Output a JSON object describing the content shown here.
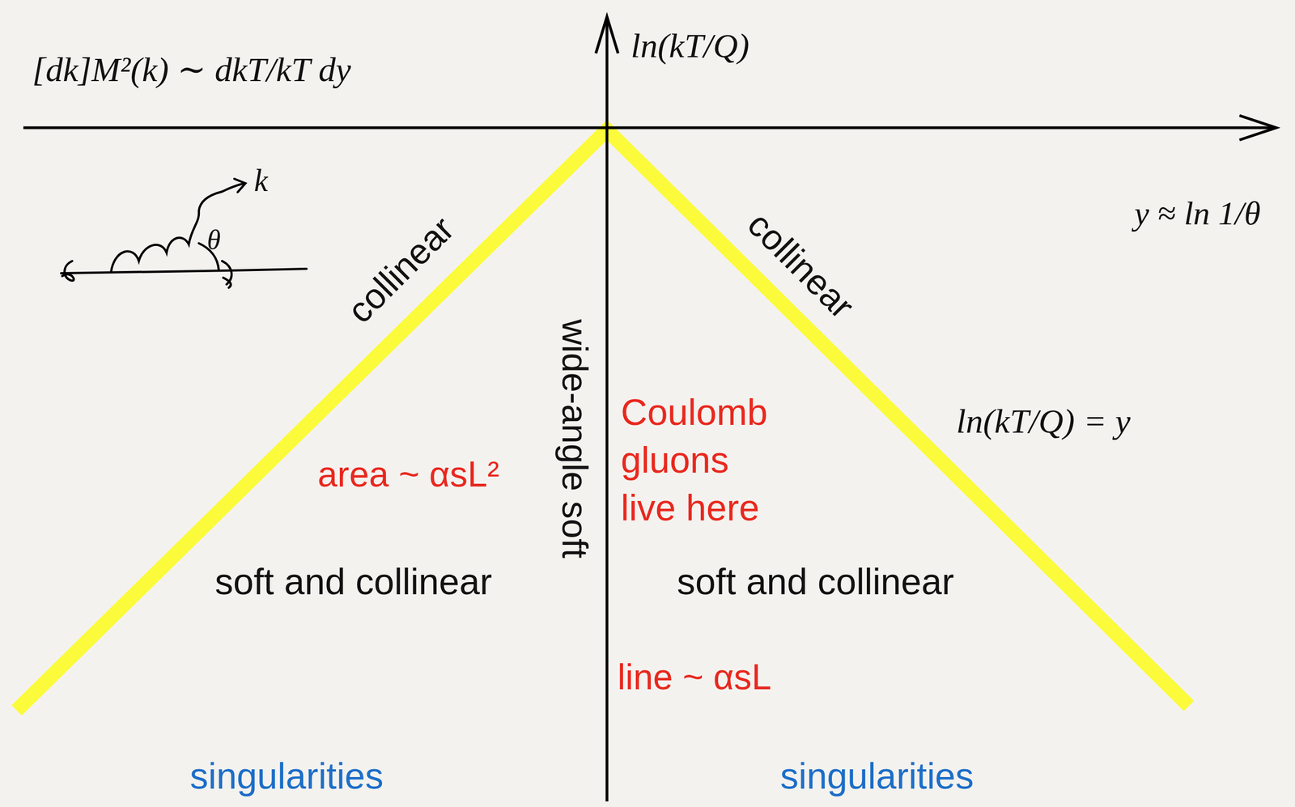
{
  "diagram": {
    "labels": [
      "[dk]M²(k) ∼ dkT/kT dy",
      "ln(kT/Q)",
      "k",
      "θ",
      "collinear",
      "collinear",
      "y ≈ ln 1/θ",
      "wide-angle soft",
      "Coulomb gluons live here",
      "ln(kT/Q) = y",
      "area ~ αsL²",
      "soft and collinear",
      "soft and collinear",
      "line ~ αsL",
      "singularities",
      "singularities"
    ]
  }
}
